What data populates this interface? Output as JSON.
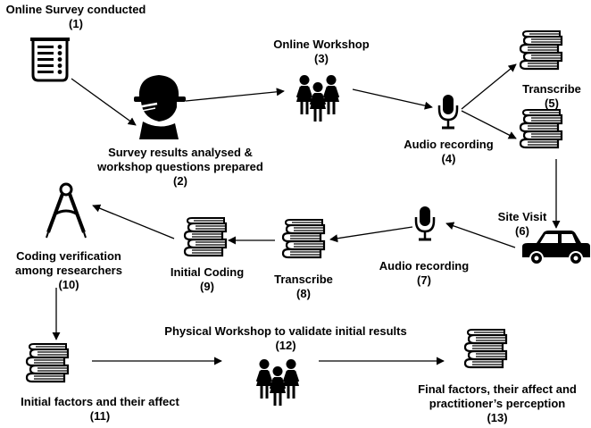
{
  "steps": {
    "s1": {
      "lines": [
        "Online Survey conducted",
        "(1)"
      ]
    },
    "s2": {
      "lines": [
        "Survey results analysed &",
        "workshop questions prepared",
        "(2)"
      ]
    },
    "s3": {
      "lines": [
        "Online Workshop",
        "(3)"
      ]
    },
    "s4": {
      "lines": [
        "Audio recording",
        "(4)"
      ]
    },
    "s5": {
      "lines": [
        "Transcribe",
        "(5)"
      ]
    },
    "s6": {
      "lines": [
        "Site Visit",
        "(6)"
      ]
    },
    "s7": {
      "lines": [
        "Audio recording",
        "(7)"
      ]
    },
    "s8": {
      "lines": [
        "Transcribe",
        "(8)"
      ]
    },
    "s9": {
      "lines": [
        "Initial Coding",
        "(9)"
      ]
    },
    "s10": {
      "lines": [
        "Coding verification",
        "among researchers",
        "(10)"
      ]
    },
    "s11": {
      "lines": [
        "Initial factors and their affect",
        "(11)"
      ]
    },
    "s12": {
      "lines": [
        "Physical Workshop to validate initial results",
        "(12)"
      ]
    },
    "s13": {
      "lines": [
        "Final factors, their affect and",
        "practitioner’s perception",
        "(13)"
      ]
    }
  },
  "icons": {
    "s1": "survey-form-icon",
    "s2": "researcher-hardhat-icon",
    "s3": "people-group-icon",
    "s4": "microphone-icon",
    "s5": "book-stack-icon",
    "s6": "car-icon",
    "s7": "microphone-icon",
    "s8": "book-stack-icon",
    "s9": "book-stack-icon",
    "s10": "compass-icon",
    "s11": "book-stack-icon",
    "s12": "people-group-icon",
    "s13": "book-stack-icon"
  }
}
